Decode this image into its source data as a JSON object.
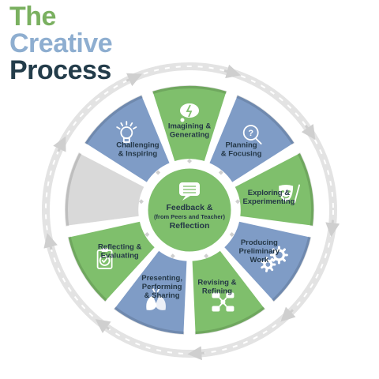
{
  "title": {
    "line1": "The",
    "line2": "Creative",
    "line3": "Process"
  },
  "colors": {
    "green": "#7fbf6c",
    "blue": "#7f9cc6",
    "gray": "#d9d9d9",
    "dark_text": "#243746",
    "title_the": "#7ab060",
    "title_creative": "#8eaed0",
    "title_process": "#233c4a"
  },
  "center": {
    "icon": "speech-bubble-icon",
    "label_line1": "Feedback &",
    "label_line2": "(from Peers and Teacher)",
    "label_line3": "Reflection"
  },
  "stages": [
    {
      "key": "imagining",
      "color": "green",
      "icon": "thought-bubble-icon",
      "lines": [
        "Imagining &",
        "Generating"
      ]
    },
    {
      "key": "planning",
      "color": "blue",
      "icon": "magnifier-icon",
      "lines": [
        "Planning",
        "& Focusing"
      ]
    },
    {
      "key": "exploring",
      "color": "green",
      "icon": "theater-mask-icon",
      "lines": [
        "Exploring &",
        "Experimenting"
      ]
    },
    {
      "key": "producing",
      "color": "blue",
      "icon": "gears-icon",
      "lines": [
        "Producing",
        "Preliminary",
        "Work"
      ]
    },
    {
      "key": "revising",
      "color": "green",
      "icon": "chat-network-icon",
      "lines": [
        "Revising &",
        "Refining"
      ]
    },
    {
      "key": "presenting",
      "color": "blue",
      "icon": "clapping-hands-icon",
      "lines": [
        "Presenting,",
        "Performing",
        "& Sharing"
      ]
    },
    {
      "key": "reflecting",
      "color": "green",
      "icon": "clipboard-check-icon",
      "lines": [
        "Reflecting &",
        "Evaluating"
      ]
    },
    {
      "key": "blank",
      "color": "gray",
      "icon": "",
      "lines": []
    },
    {
      "key": "challenging",
      "color": "blue",
      "icon": "lightbulb-icon",
      "lines": [
        "Challenging",
        "& Inspiring"
      ]
    }
  ]
}
